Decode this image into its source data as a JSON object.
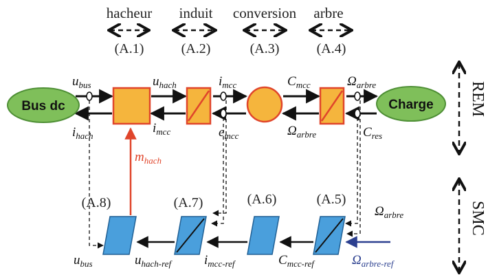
{
  "headers": {
    "hacheur": "hacheur",
    "induit": "induit",
    "conversion": "conversion",
    "arbre": "arbre"
  },
  "refs": {
    "a1": "(A.1)",
    "a2": "(A.2)",
    "a3": "(A.3)",
    "a4": "(A.4)",
    "a5": "(A.5)",
    "a6": "(A.6)",
    "a7": "(A.7)",
    "a8": "(A.8)"
  },
  "nodes": {
    "bus_dc": "Bus dc",
    "charge": "Charge"
  },
  "side_labels": {
    "rem": "REM",
    "smc": "SMC"
  },
  "variables": {
    "u_bus_top": {
      "base": "u",
      "sub": "bus"
    },
    "i_hach": {
      "base": "i",
      "sub": "hach"
    },
    "u_hach": {
      "base": "u",
      "sub": "hach"
    },
    "i_mcc_top": {
      "base": "i",
      "sub": "mcc"
    },
    "i_mcc_bottom": {
      "base": "i",
      "sub": "mcc"
    },
    "e_mcc": {
      "base": "e",
      "sub": "mcc"
    },
    "c_mcc": {
      "base": "C",
      "sub": "mcc"
    },
    "omega_arbre_top": {
      "base": "Ω",
      "sub": "arbre"
    },
    "omega_arbre_mid": {
      "base": "Ω",
      "sub": "arbre"
    },
    "c_res": {
      "base": "C",
      "sub": "res"
    },
    "m_hach": {
      "base": "m",
      "sub": "hach"
    },
    "omega_arbre_smc": {
      "base": "Ω",
      "sub": "arbre"
    },
    "u_bus_bottom": {
      "base": "u",
      "sub": "bus"
    },
    "u_hach_ref": {
      "base": "u",
      "sub": "hach-ref"
    },
    "i_mcc_ref": {
      "base": "i",
      "sub": "mcc-ref"
    },
    "c_mcc_ref": {
      "base": "C",
      "sub": "mcc-ref"
    },
    "omega_arbre_ref": {
      "base": "Ω",
      "sub": "arbre-ref"
    }
  },
  "colors": {
    "source_green": "#7fbf5a",
    "block_orange": "#f5b53d",
    "block_border_red": "#e0452b",
    "control_blue": "#4a9fdc",
    "reference_blue": "#2b3f8f"
  }
}
